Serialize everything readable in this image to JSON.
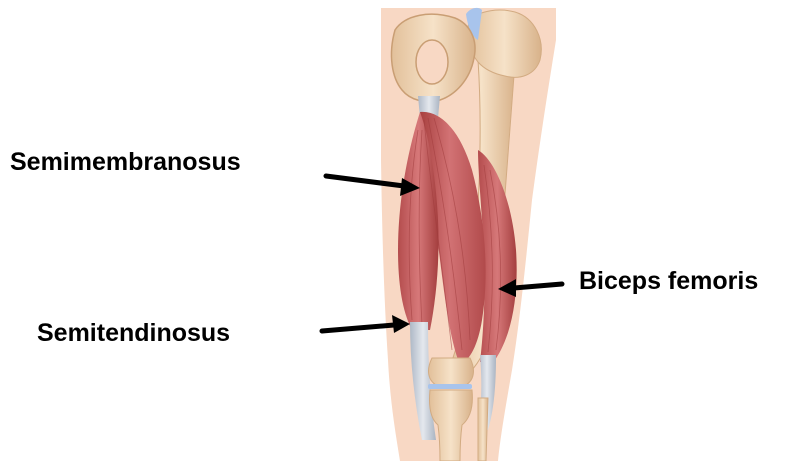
{
  "labels": {
    "semimembranosus": "Semimembranosus",
    "biceps_femoris": "Biceps femoris",
    "semitendinosus": "Semitendinosus"
  },
  "colors": {
    "skin": "#f8d8c4",
    "bone": "#efd6b4",
    "bone_shade": "#d9b48c",
    "muscle": "#c85a5c",
    "muscle_dark": "#a8403f",
    "tendon": "#c8d0dc",
    "cartilage": "#a8c4ec",
    "arrow": "#000000"
  }
}
